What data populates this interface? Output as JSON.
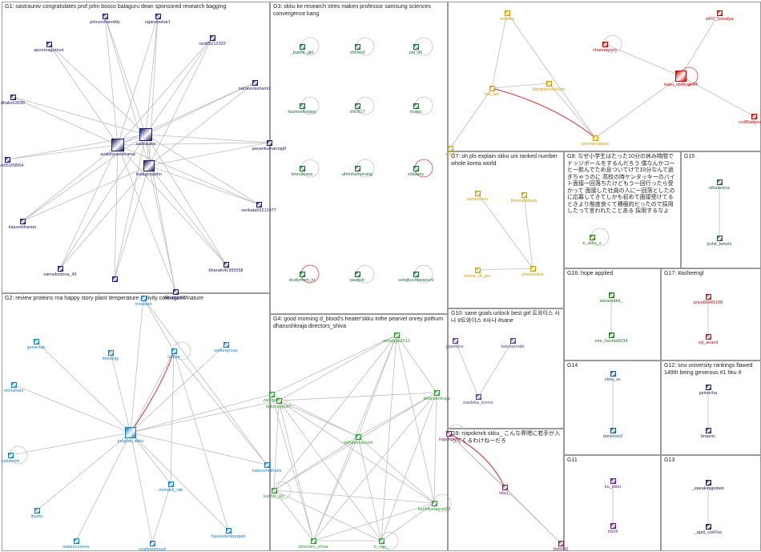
{
  "graph": {
    "groups": [
      {
        "id": "G1",
        "title": "G1: sastrauniv congratulates prof john bosco balaguru dean sponsored research bagging",
        "color": "#1a1a66"
      },
      {
        "id": "G2",
        "title": "G2: review proteins rna happy story plant temperature activity colleagues nature",
        "color": "#1a7fbf"
      },
      {
        "id": "G3",
        "title": "G3: skku ke research stres maken professor samsung sciences convergence kang",
        "color": "#1f6b3a"
      },
      {
        "id": "G4",
        "title": "G4: good morning d_blood's heater'skku inthe pearvel onrey pothum dhanushkraja directors_shiva",
        "color": "#2f9a2f"
      },
      {
        "id": "G5",
        "title": "G6: bts bts_twt #mtvhottest #btsresearch #btsarmy engineering G5: #carparkingmultiplayer kazu_skku_gtr34 choi jae boong check",
        "color": "#cc0000"
      },
      {
        "id": "G6",
        "title": "",
        "color": "#d4a000"
      },
      {
        "id": "G7",
        "title": "G7: oh pls explain skku uni ranked number whole korea world",
        "color": "#d4a000"
      },
      {
        "id": "G8",
        "title": "G8: なぜ小学生はたった10分の休み時間でドッジボールをするんだろう 僕なんかコーヒー飲んでため息ついてけで10分なんて過ぎちゃうのに 高校の時ケンタッキーのバイト面接一回落ちたけどもう一回行ったら受かって 面接した社員の人に一回落としたのに応募してきてしかも初めて面接受けてるときより態度良くて積極的だったので採用したって言われたことある 採用するなよ",
        "color": "#3a7a1a"
      },
      {
        "id": "G9",
        "title": "G9: napokmrk skku_ こんな界隈に若手が入ってくるわけねーだろ",
        "color": "#8a1a6a"
      },
      {
        "id": "G10",
        "title": "G10: sane goals unlock best girl 트와이스 사나 #트와이스 #사나 #sane",
        "color": "#5a3a8a"
      },
      {
        "id": "G11",
        "title": "G11",
        "color": "#5a1a8a"
      },
      {
        "id": "G12",
        "title": "G12: snu university rankings flawed 149th being generous #1 hku #",
        "color": "#1a2a6a"
      },
      {
        "id": "G13",
        "title": "G13",
        "color": "#1a1a4a"
      },
      {
        "id": "G14",
        "title": "G14",
        "color": "#1a5a8a"
      },
      {
        "id": "G15",
        "title": "G15",
        "color": "#1f5a3a"
      },
      {
        "id": "G16",
        "title": "G16: hope applied",
        "color": "#1f7a1f"
      },
      {
        "id": "G17",
        "title": "G17: #asheengl",
        "color": "#aa1a1a"
      }
    ],
    "nodes": [
      {
        "id": "princeshareddy",
        "label": "princeshareddy",
        "group": "G1"
      },
      {
        "id": "rajanesekar1",
        "label": "rajanesekar1",
        "group": "G1"
      },
      {
        "id": "apoornagurnuri",
        "label": "apoornagurnuri",
        "group": "G1"
      },
      {
        "id": "ravi65212333",
        "label": "ravi65212333",
        "group": "G1"
      },
      {
        "id": "narravulashami1",
        "label": "narravulashami1",
        "group": "G1"
      },
      {
        "id": "dhaksh3030",
        "label": "dhaksh3030",
        "group": "G1"
      },
      {
        "id": "avaidhyasubrama",
        "label": "avaidhyasubrama",
        "group": "G1"
      },
      {
        "id": "sastrauniv",
        "label": "sastrauniv",
        "group": "G1"
      },
      {
        "id": "pavankumarnag9",
        "label": "pavankumarnag9",
        "group": "G1"
      },
      {
        "id": "ethiiva55109564",
        "label": "ethiiva55109564",
        "group": "G1"
      },
      {
        "id": "balagurujohn",
        "label": "balagurujohn",
        "group": "G1"
      },
      {
        "id": "venkata56212477",
        "label": "venkata56212477",
        "group": "G1"
      },
      {
        "id": "kasseetharam",
        "label": "kasseetharam",
        "group": "G1"
      },
      {
        "id": "bharath41995558",
        "label": "bharath41995558",
        "group": "G1"
      },
      {
        "id": "vamsikrishna_45",
        "label": "vamsikrishna_45",
        "group": "G1"
      },
      {
        "id": "varunajith23",
        "label": "varunajith23",
        "group": "G1"
      },
      {
        "id": "sampath",
        "label": "",
        "group": "G1"
      },
      {
        "id": "_bartlle_glrl",
        "label": "_bartlle_glrl",
        "group": "G3"
      },
      {
        "id": "shhrvrd",
        "label": "shhrvrd",
        "group": "G3"
      },
      {
        "id": "pal_96",
        "label": "pal_96",
        "group": "G3"
      },
      {
        "id": "faumoellseppy",
        "label": "faumoellseppy",
        "group": "G3"
      },
      {
        "id": "shl0917",
        "label": "shl0917",
        "group": "G3"
      },
      {
        "id": "noayu",
        "label": "noayu",
        "group": "G3"
      },
      {
        "id": "tetevbeans",
        "label": "tetevbeans",
        "group": "G3"
      },
      {
        "id": "afmnhamorning",
        "label": "afmnhamorning",
        "group": "G3"
      },
      {
        "id": "vlddamv",
        "label": "vlddamv",
        "group": "G3"
      },
      {
        "id": "studymem_kr",
        "label": "studymem_kr",
        "group": "G3"
      },
      {
        "id": "paagsh",
        "label": "paagsh",
        "group": "G3"
      },
      {
        "id": "sungkyunkwanuni",
        "label": "sungkyunkwanuni",
        "group": "G3"
      },
      {
        "id": "geniertab",
        "label": "geniertab",
        "group": "G2"
      },
      {
        "id": "molobgy",
        "label": "molobgy",
        "group": "G2"
      },
      {
        "id": "nature",
        "label": "nature",
        "group": "G2"
      },
      {
        "id": "webergroup",
        "label": "webergroup",
        "group": "G2"
      },
      {
        "id": "eliorahani",
        "label": "eliorahani",
        "group": "G2"
      },
      {
        "id": "junglab_skku",
        "label": "junglab_skku",
        "group": "G2"
      },
      {
        "id": "naturemb",
        "label": "naturemb",
        "group": "G2"
      },
      {
        "id": "naturemethods",
        "label": "naturemethods",
        "group": "G2"
      },
      {
        "id": "mendell_lab",
        "label": "mendell_lab",
        "group": "G2"
      },
      {
        "id": "ltsurtu",
        "label": "ltsurtu",
        "group": "G2"
      },
      {
        "id": "naturecomms",
        "label": "naturecomms",
        "group": "G2"
      },
      {
        "id": "noshnetmoud",
        "label": "noshnetmoud",
        "group": "G2"
      },
      {
        "id": "havandenburglab",
        "label": "havandenburglab",
        "group": "G2"
      },
      {
        "id": "ncnature",
        "label": "ncnature",
        "group": "G2"
      },
      {
        "id": "arunjaga2513",
        "label": "arunjaga2513",
        "group": "G4"
      },
      {
        "id": "zachnert",
        "label": "zachnert",
        "group": "G4"
      },
      {
        "id": "dhanushkraja",
        "label": "dhanushkraja",
        "group": "G4"
      },
      {
        "id": "kpkeruppu07",
        "label": "kpkeruppu07",
        "group": "G4"
      },
      {
        "id": "satheeshanush",
        "label": "satheeshanush",
        "group": "G4"
      },
      {
        "id": "karthic_ofc",
        "label": "karthic_ofc",
        "group": "G4"
      },
      {
        "id": "kanhilyeaaran03",
        "label": "kanhilyeaaran03",
        "group": "G4"
      },
      {
        "id": "directors_shiva",
        "label": "directors_shiva",
        "group": "G4"
      },
      {
        "id": "b_raja",
        "label": "b_raja_",
        "group": "G4"
      },
      {
        "id": "renalee",
        "label": "renalee",
        "group": "G6"
      },
      {
        "id": "bts_twt",
        "label": "bts_twt",
        "group": "G6"
      },
      {
        "id": "bangtanscholars",
        "label": "bangtanscholars",
        "group": "G6"
      },
      {
        "id": "joonversatoes",
        "label": "joonversatoes",
        "group": "G6"
      },
      {
        "id": "shadow",
        "label": "shad",
        "group": "G6"
      },
      {
        "id": "a437_houstya",
        "label": "a437_houstya",
        "group": "G5"
      },
      {
        "id": "channayazo",
        "label": "channayazo",
        "group": "G5"
      },
      {
        "id": "kazu_skku_gtr34",
        "label": "kazu_skku_gtr34",
        "group": "G5"
      },
      {
        "id": "ccdf5adgovlaxc",
        "label": "ccdf5adgovlaxc",
        "group": "G5"
      },
      {
        "id": "sanaulover",
        "label": "sanaulover",
        "group": "G7"
      },
      {
        "id": "therealskkum",
        "label": "therealskkum",
        "group": "G7"
      },
      {
        "id": "home_of_gin",
        "label": "home_of_gin",
        "group": "G7"
      },
      {
        "id": "phokoodee",
        "label": "phokoodee",
        "group": "G7"
      },
      {
        "id": "e_skku_s",
        "label": "e_skku_s",
        "group": "G8"
      },
      {
        "id": "stfuravivvz",
        "label": "stfuravivvz",
        "group": "G15"
      },
      {
        "id": "jrohit_tweets",
        "label": "jrohit_tweets",
        "group": "G15"
      },
      {
        "id": "jypekrice",
        "label": "jypekrice",
        "group": "G10"
      },
      {
        "id": "twiceasnabr",
        "label": "twiceasnabr",
        "group": "G10"
      },
      {
        "id": "madoka_konno",
        "label": "madoka_konno",
        "group": "G10"
      },
      {
        "id": "napokmrk",
        "label": "napokmrk",
        "group": "G9"
      },
      {
        "id": "skku_",
        "label": "skku_",
        "group": "G9"
      },
      {
        "id": "bd5500",
        "label": "bd5500",
        "group": "G9"
      },
      {
        "id": "sanarabbit_",
        "label": "sanarabbit_",
        "group": "G16"
      },
      {
        "id": "mnr_hechia0634",
        "label": "mnr_hechia0634",
        "group": "G16"
      },
      {
        "id": "priya86045108",
        "label": "priya86045108",
        "group": "G17"
      },
      {
        "id": "vijl_anand",
        "label": "vijl_anand",
        "group": "G17"
      },
      {
        "id": "skku_ac",
        "label": "skku_ac",
        "group": "G14"
      },
      {
        "id": "danielsw3",
        "label": "danielsw3",
        "group": "G14"
      },
      {
        "id": "janiercha",
        "label": "janiercha",
        "group": "G12"
      },
      {
        "id": "bnaeric",
        "label": "bnaeric",
        "group": "G12"
      },
      {
        "id": "ku_skku",
        "label": "ku_skku",
        "group": "G11"
      },
      {
        "id": "h024",
        "label": "h024",
        "group": "G11"
      },
      {
        "id": "_speakingpotato",
        "label": "_speakingpotato",
        "group": "G13"
      },
      {
        "id": "_april_co47oo",
        "label": "_april_co47oo",
        "group": "G13"
      }
    ],
    "edges": [
      [
        "avaidhyasubrama",
        "princeshareddy"
      ],
      [
        "avaidhyasubrama",
        "rajanesekar1"
      ],
      [
        "avaidhyasubrama",
        "apoornagurnuri"
      ],
      [
        "avaidhyasubrama",
        "ravi65212333"
      ],
      [
        "avaidhyasubrama",
        "narravulashami1"
      ],
      [
        "avaidhyasubrama",
        "dhaksh3030"
      ],
      [
        "avaidhyasubrama",
        "pavankumarnag9"
      ],
      [
        "avaidhyasubrama",
        "ethiiva55109564"
      ],
      [
        "avaidhyasubrama",
        "venkata56212477"
      ],
      [
        "avaidhyasubrama",
        "kasseetharam"
      ],
      [
        "avaidhyasubrama",
        "bharath41995558"
      ],
      [
        "avaidhyasubrama",
        "vamsikrishna_45"
      ],
      [
        "avaidhyasubrama",
        "varunajith23"
      ],
      [
        "avaidhyasubrama",
        "sampath"
      ],
      [
        "sastrauniv",
        "princeshareddy"
      ],
      [
        "sastrauniv",
        "rajanesekar1"
      ],
      [
        "sastrauniv",
        "apoornagurnuri"
      ],
      [
        "sastrauniv",
        "ravi65212333"
      ],
      [
        "sastrauniv",
        "narravulashami1"
      ],
      [
        "sastrauniv",
        "dhaksh3030"
      ],
      [
        "sastrauniv",
        "pavankumarnag9"
      ],
      [
        "sastrauniv",
        "ethiiva55109564"
      ],
      [
        "sastrauniv",
        "venkata56212477"
      ],
      [
        "sastrauniv",
        "kasseetharam"
      ],
      [
        "sastrauniv",
        "bharath41995558"
      ],
      [
        "sastrauniv",
        "vamsikrishna_45"
      ],
      [
        "sastrauniv",
        "varunajith23"
      ],
      [
        "sastrauniv",
        "sampath"
      ],
      [
        "sastrauniv",
        "avaidhyasubrama"
      ],
      [
        "sastrauniv",
        "balagurujohn"
      ],
      [
        "balagurujohn",
        "princeshareddy"
      ],
      [
        "balagurujohn",
        "rajanesekar1"
      ],
      [
        "balagurujohn",
        "ravi65212333"
      ],
      [
        "balagurujohn",
        "narravulashami1"
      ],
      [
        "balagurujohn",
        "pavankumarnag9"
      ],
      [
        "balagurujohn",
        "venkata56212477"
      ],
      [
        "balagurujohn",
        "bharath41995558"
      ],
      [
        "balagurujohn",
        "varunajith23"
      ],
      [
        "balagurujohn",
        "vamsikrishna_45"
      ],
      [
        "balagurujohn",
        "kasseetharam"
      ],
      [
        "balagurujohn",
        "sampath"
      ],
      [
        "junglab_skku",
        "geniertab"
      ],
      [
        "junglab_skku",
        "molobgy"
      ],
      [
        "junglab_skku",
        "nature"
      ],
      [
        "junglab_skku",
        "webergroup"
      ],
      [
        "junglab_skku",
        "eliorahani"
      ],
      [
        "junglab_skku",
        "naturemb"
      ],
      [
        "junglab_skku",
        "naturemethods"
      ],
      [
        "junglab_skku",
        "mendell_lab"
      ],
      [
        "junglab_skku",
        "ltsurtu"
      ],
      [
        "junglab_skku",
        "naturecomms"
      ],
      [
        "junglab_skku",
        "noshnetmoud"
      ],
      [
        "junglab_skku",
        "havandenburglab"
      ],
      [
        "junglab_skku",
        "ncnature"
      ],
      [
        "junglab_skku",
        "zachnert"
      ],
      [
        "junglab_skku",
        "kpkeruppu07"
      ],
      [
        "nature",
        "mendell_lab"
      ],
      [
        "nature",
        "naturemethods"
      ],
      [
        "nature",
        "havandenburglab"
      ],
      [
        "mendell_lab",
        "noshnetmoud"
      ],
      [
        "ncnature",
        "naturemethods"
      ],
      [
        "ncnature",
        "nature"
      ],
      [
        "arunjaga2513",
        "zachnert"
      ],
      [
        "arunjaga2513",
        "dhanushkraja"
      ],
      [
        "arunjaga2513",
        "kpkeruppu07"
      ],
      [
        "arunjaga2513",
        "satheeshanush"
      ],
      [
        "arunjaga2513",
        "karthic_ofc"
      ],
      [
        "arunjaga2513",
        "kanhilyeaaran03"
      ],
      [
        "arunjaga2513",
        "directors_shiva"
      ],
      [
        "arunjaga2513",
        "b_raja"
      ],
      [
        "dhanushkraja",
        "kpkeruppu07"
      ],
      [
        "dhanushkraja",
        "satheeshanush"
      ],
      [
        "dhanushkraja",
        "karthic_ofc"
      ],
      [
        "dhanushkraja",
        "kanhilyeaaran03"
      ],
      [
        "dhanushkraja",
        "directors_shiva"
      ],
      [
        "dhanushkraja",
        "b_raja"
      ],
      [
        "kpkeruppu07",
        "satheeshanush"
      ],
      [
        "kpkeruppu07",
        "karthic_ofc"
      ],
      [
        "kpkeruppu07",
        "kanhilyeaaran03"
      ],
      [
        "kpkeruppu07",
        "directors_shiva"
      ],
      [
        "kpkeruppu07",
        "b_raja"
      ],
      [
        "satheeshanush",
        "karthic_ofc"
      ],
      [
        "satheeshanush",
        "kanhilyeaaran03"
      ],
      [
        "satheeshanush",
        "directors_shiva"
      ],
      [
        "satheeshanush",
        "b_raja"
      ],
      [
        "karthic_ofc",
        "kanhilyeaaran03"
      ],
      [
        "karthic_ofc",
        "directors_shiva"
      ],
      [
        "karthic_ofc",
        "b_raja"
      ],
      [
        "kanhilyeaaran03",
        "directors_shiva"
      ],
      [
        "kanhilyeaaran03",
        "b_raja"
      ],
      [
        "directors_shiva",
        "b_raja"
      ],
      [
        "zachnert",
        "satheeshanush"
      ],
      [
        "zachnert",
        "directors_shiva"
      ],
      [
        "renalee",
        "bts_twt"
      ],
      [
        "renalee",
        "joonversatoes"
      ],
      [
        "bts_twt",
        "bangtanscholars"
      ],
      [
        "bts_twt",
        "shadow"
      ],
      [
        "bangtanscholars",
        "joonversatoes"
      ],
      [
        "channayazo",
        "kazu_skku_gtr34"
      ],
      [
        "a437_houstya",
        "kazu_skku_gtr34"
      ],
      [
        "kazu_skku_gtr34",
        "ccdf5adgovlaxc"
      ],
      [
        "kazu_skku_gtr34",
        "joonversatoes"
      ],
      [
        "sanaulover",
        "phokoodee"
      ],
      [
        "therealskkum",
        "phokoodee"
      ],
      [
        "home_of_gin",
        "phokoodee"
      ],
      [
        "stfuravivvz",
        "jrohit_tweets"
      ],
      [
        "jypekrice",
        "madoka_konno"
      ],
      [
        "twiceasnabr",
        "madoka_konno"
      ],
      [
        "napokmrk",
        "skku_"
      ],
      [
        "skku_",
        "bd5500"
      ],
      [
        "napokmrk",
        "bd5500"
      ],
      [
        "sanarabbit_",
        "mnr_hechia0634"
      ],
      [
        "priya86045108",
        "vijl_anand"
      ],
      [
        "skku_ac",
        "danielsw3"
      ],
      [
        "janiercha",
        "bnaeric"
      ],
      [
        "ku_skku",
        "h024"
      ],
      [
        "_speakingpotato",
        "_april_co47oo"
      ]
    ],
    "red_edges": [
      [
        "nature",
        "junglab_skku"
      ],
      [
        "bts_twt",
        "joonversatoes"
      ],
      [
        "napokmrk",
        "skku_"
      ]
    ],
    "self_loops": [
      "kazu_skku_gtr34",
      "channayazo",
      "vlddamv",
      "b_raja",
      "studymem_kr",
      "_bartlle_glrl",
      "pal_96",
      "shl0917",
      "tetevbeans",
      "afmnhamorning",
      "sungkyunkwanuni",
      "noayu",
      "shhrvrd",
      "faumoellseppy",
      "paagsh",
      "naturemb",
      "nature",
      "karthic_ofc",
      "kanhilyeaaran03",
      "e_skku_s",
      "napokmrk"
    ]
  }
}
